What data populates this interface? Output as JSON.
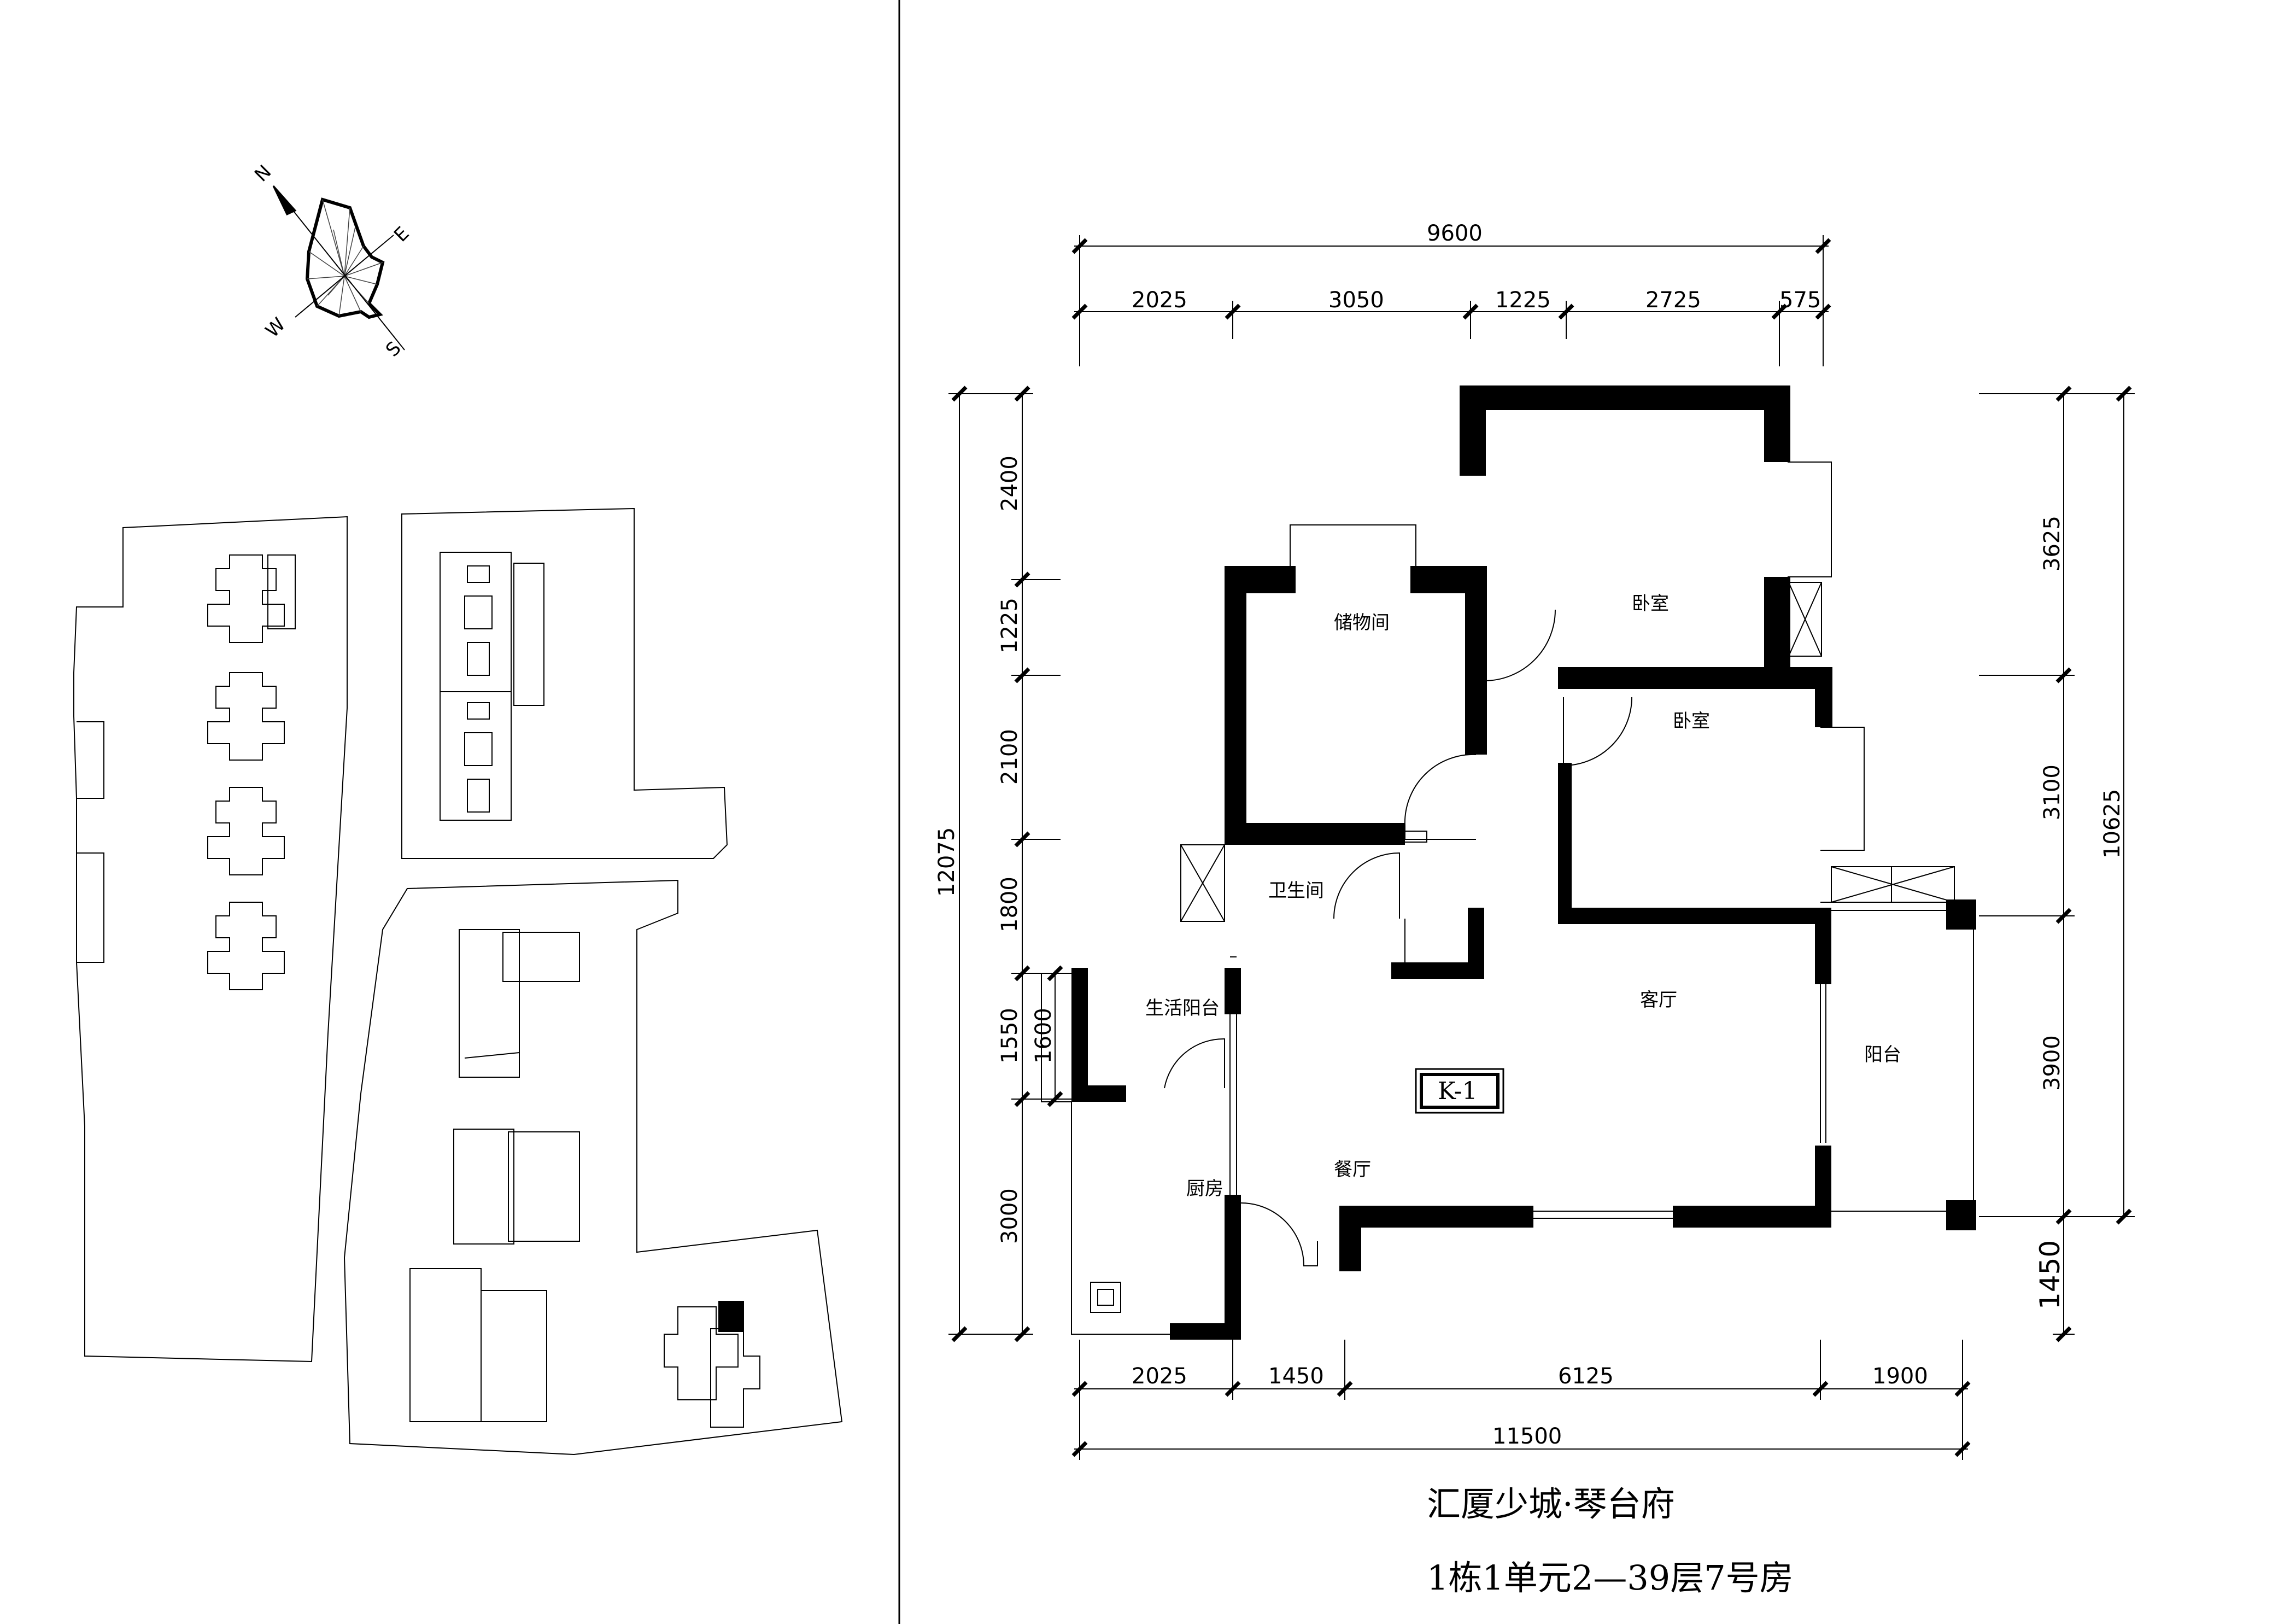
{
  "compass": {
    "north": "N",
    "east": "E",
    "south": "S",
    "west": "W"
  },
  "dimensions": {
    "top_total": "9600",
    "top_segments": [
      "2025",
      "3050",
      "1225",
      "2725",
      "575"
    ],
    "left_total": "12075",
    "left_segments": [
      "2400",
      "1225",
      "2100",
      "1800",
      "1550",
      "3000"
    ],
    "left_inner": "1600",
    "right_total": "10625",
    "right_segments": [
      "3625",
      "3100",
      "3900"
    ],
    "right_extra": "1450",
    "bottom_segments": [
      "2025",
      "1450",
      "6125",
      "1900"
    ],
    "bottom_total": "11500"
  },
  "rooms": {
    "storage": "储物间",
    "bedroom_top": "卧室",
    "bedroom_mid": "卧室",
    "bathroom": "卫生间",
    "utility_balcony": "生活阳台",
    "living": "客厅",
    "balcony": "阳台",
    "kitchen": "厨房",
    "dining": "餐厅"
  },
  "unit_label": "K-1",
  "title": {
    "project": "汇厦少城·琴台府",
    "unit": "1栋1单元2—39层7号房"
  }
}
